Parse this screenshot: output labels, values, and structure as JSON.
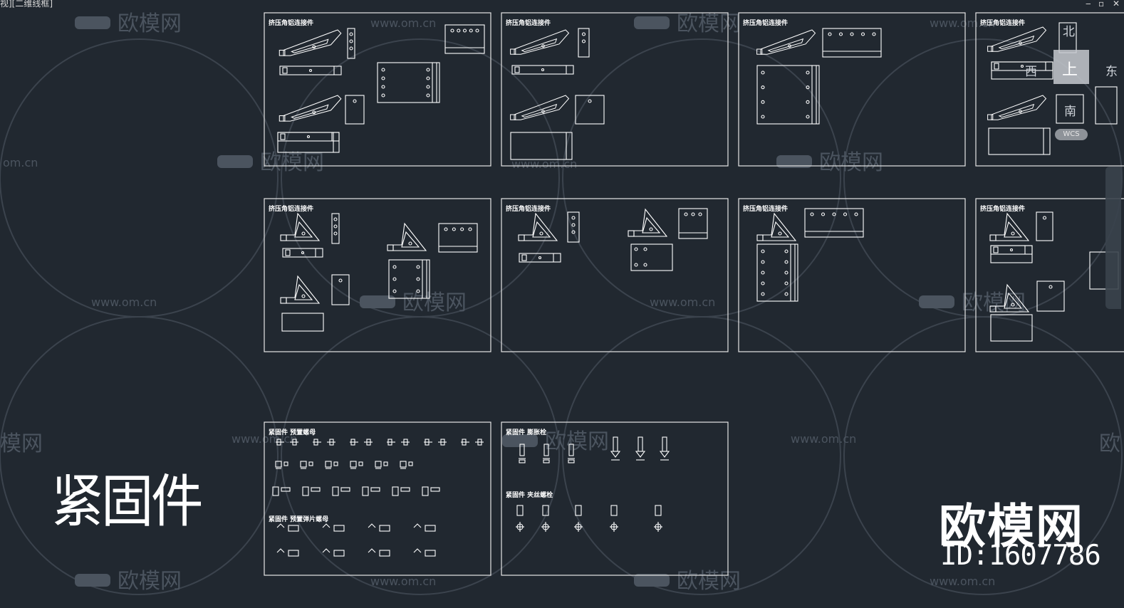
{
  "viewport": {
    "label": "视][二维线框]",
    "minimize_glyph": "‒",
    "restore_glyph": "▫",
    "close_glyph": "✕"
  },
  "watermarks": {
    "brand_text": "欧模网",
    "url_text": "www.om.cn",
    "url_partial": "om.cn",
    "brand_partial": "模网",
    "brand_partial_right": "欧"
  },
  "heading": {
    "title": "紧固件"
  },
  "brand": {
    "name": "欧模网",
    "id": "ID:1607786"
  },
  "viewcube": {
    "north": "北",
    "south": "南",
    "west": "西",
    "east": "东",
    "top": "上",
    "wcs": "WCS"
  },
  "sheets": [
    {
      "title": "挤压角铝连接件"
    },
    {
      "title": "挤压角铝连接件"
    },
    {
      "title": "挤压角铝连接件"
    },
    {
      "title": "挤压角铝连接件"
    },
    {
      "title": "挤压角铝连接件"
    },
    {
      "title": "挤压角铝连接件"
    },
    {
      "title": "挤压角铝连接件"
    },
    {
      "title": "挤压角铝连接件"
    },
    {
      "title": "紧固件 预置螺母"
    },
    {
      "title": "紧固件 膨胀栓"
    }
  ],
  "sub_titles": {
    "spring_nut": "紧固件 预置弹片螺母",
    "expansion_screw": "紧固件 夹丝螺栓"
  },
  "colors": {
    "background": "#212830",
    "lines": "#ffffff",
    "watermark": "#4a535e",
    "frame": "#e8e8e8"
  }
}
